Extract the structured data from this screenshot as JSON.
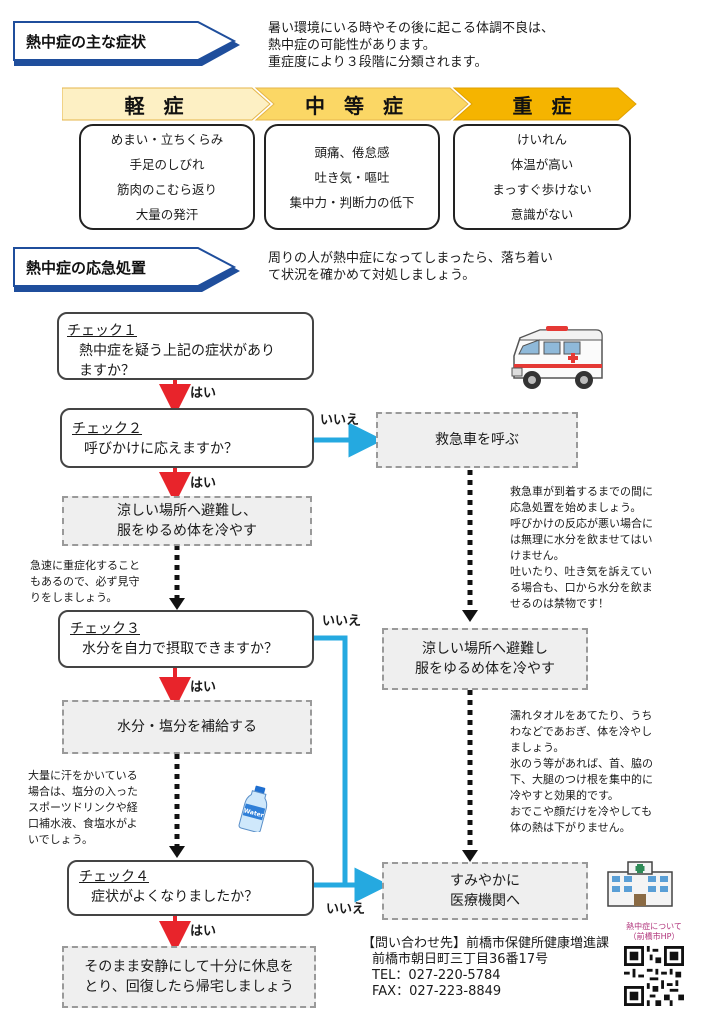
{
  "sections": {
    "symptoms": {
      "title": "熱中症の主な症状",
      "intro": [
        "暑い環境にいる時やその後に起こる体調不良は、",
        "熱中症の可能性があります。",
        "重症度により３段階に分類されます。"
      ],
      "levels": [
        {
          "label": "軽 症",
          "color": "#fdf0c4",
          "items": [
            "めまい・立ちくらみ",
            "手足のしびれ",
            "筋肉のこむら返り",
            "大量の発汗"
          ]
        },
        {
          "label": "中 等 症",
          "color": "#fbd765",
          "items": [
            "頭痛、倦怠感",
            "吐き気・嘔吐",
            "集中力・判断力の低下"
          ]
        },
        {
          "label": "重 症",
          "color": "#f5b400",
          "items": [
            "けいれん",
            "体温が高い",
            "まっすぐ歩けない",
            "意識がない"
          ]
        }
      ]
    },
    "first_aid": {
      "title": "熱中症の応急処置",
      "intro": [
        "周りの人が熱中症になってしまったら、落ち着い",
        "て状況を確かめて対処しましょう。"
      ]
    }
  },
  "flow": {
    "check1": {
      "title": "チェック１",
      "question": [
        "熱中症を疑う上記の症状があり",
        "ますか？"
      ]
    },
    "check2": {
      "title": "チェック２",
      "question": [
        "呼びかけに応えますか？"
      ]
    },
    "check3": {
      "title": "チェック３",
      "question": [
        "水分を自力で摂取できますか？"
      ]
    },
    "check4": {
      "title": "チェック４",
      "question": [
        "症状がよくなりましたか？"
      ]
    },
    "yes": "はい",
    "no": "いいえ",
    "action_cool": [
      "涼しい場所へ避難し、",
      "服をゆるめ体を冷やす"
    ],
    "action_water": "水分・塩分を補給する",
    "action_rest": [
      "そのまま安静にして十分に休息を",
      "とり、回復したら帰宅しましょう"
    ],
    "call_ambulance": "救急車を呼ぶ",
    "action_cool_right": [
      "涼しい場所へ避難し",
      "服をゆるめ体を冷やす"
    ],
    "hospital": [
      "すみやかに",
      "医療機関へ"
    ]
  },
  "notes": {
    "watch": [
      "急速に重症化すること",
      "もあるので、必ず見守",
      "りをしましょう。"
    ],
    "drink": [
      "大量に汗をかいている",
      "場合は、塩分の入った",
      "スポーツドリンクや経",
      "口補水液、食塩水がよ",
      "いでしょう。"
    ],
    "ambulance": [
      "救急車が到着するまでの間に",
      "応急処置を始めましょう。",
      "呼びかけの反応が悪い場合に",
      "は無理に水分を飲ませてはい",
      "けません。",
      "吐いたり、吐き気を訴えてい",
      "る場合も、口から水分を飲ま",
      "せるのは禁物です！"
    ],
    "cooling": [
      "濡れタオルをあてたり、うち",
      "わなどであおぎ、体を冷やし",
      "ましょう。",
      "氷のう等があれば、首、脇の",
      "下、大腿のつけ根を集中的に",
      "冷やすと効果的です。",
      "おでこや顔だけを冷やしても",
      "体の熱は下がりません。"
    ]
  },
  "contact": {
    "heading": "【問い合わせ先】前橋市保健所健康増進課",
    "address": "前橋市朝日町三丁目36番17号",
    "tel": "TEL：027-220-5784",
    "fax": "FAX：027-223-8849"
  },
  "qr_caption": [
    "熱中症について",
    "（前橋市HP）"
  ],
  "bottle_label": "Water",
  "icons": [
    "ambulance-icon",
    "water-bottle-icon",
    "hospital-icon",
    "qr-code"
  ],
  "colors": {
    "arrow_red": "#e8242b",
    "arrow_blue": "#25a9e0",
    "title_arrow": "#1f4e9c"
  }
}
